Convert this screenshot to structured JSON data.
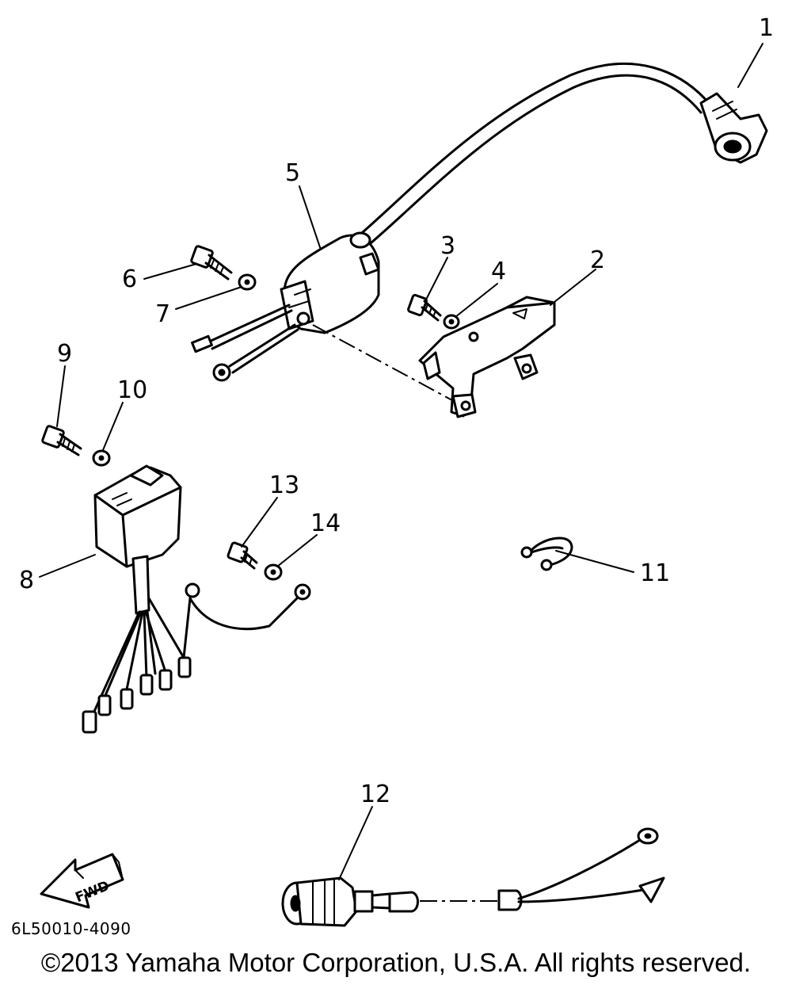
{
  "diagram": {
    "callouts": [
      {
        "id": "1",
        "label": "1"
      },
      {
        "id": "2",
        "label": "2"
      },
      {
        "id": "3",
        "label": "3"
      },
      {
        "id": "4",
        "label": "4"
      },
      {
        "id": "5",
        "label": "5"
      },
      {
        "id": "6",
        "label": "6"
      },
      {
        "id": "7",
        "label": "7"
      },
      {
        "id": "8",
        "label": "8"
      },
      {
        "id": "9",
        "label": "9"
      },
      {
        "id": "10",
        "label": "10"
      },
      {
        "id": "11",
        "label": "11"
      },
      {
        "id": "12",
        "label": "12"
      },
      {
        "id": "13",
        "label": "13"
      },
      {
        "id": "14",
        "label": "14"
      }
    ],
    "fwd_label": "FWD",
    "part_code": "6L50010-4090"
  },
  "footer": {
    "copyright": "©2013 Yamaha Motor Corporation, U.S.A. All rights reserved."
  }
}
